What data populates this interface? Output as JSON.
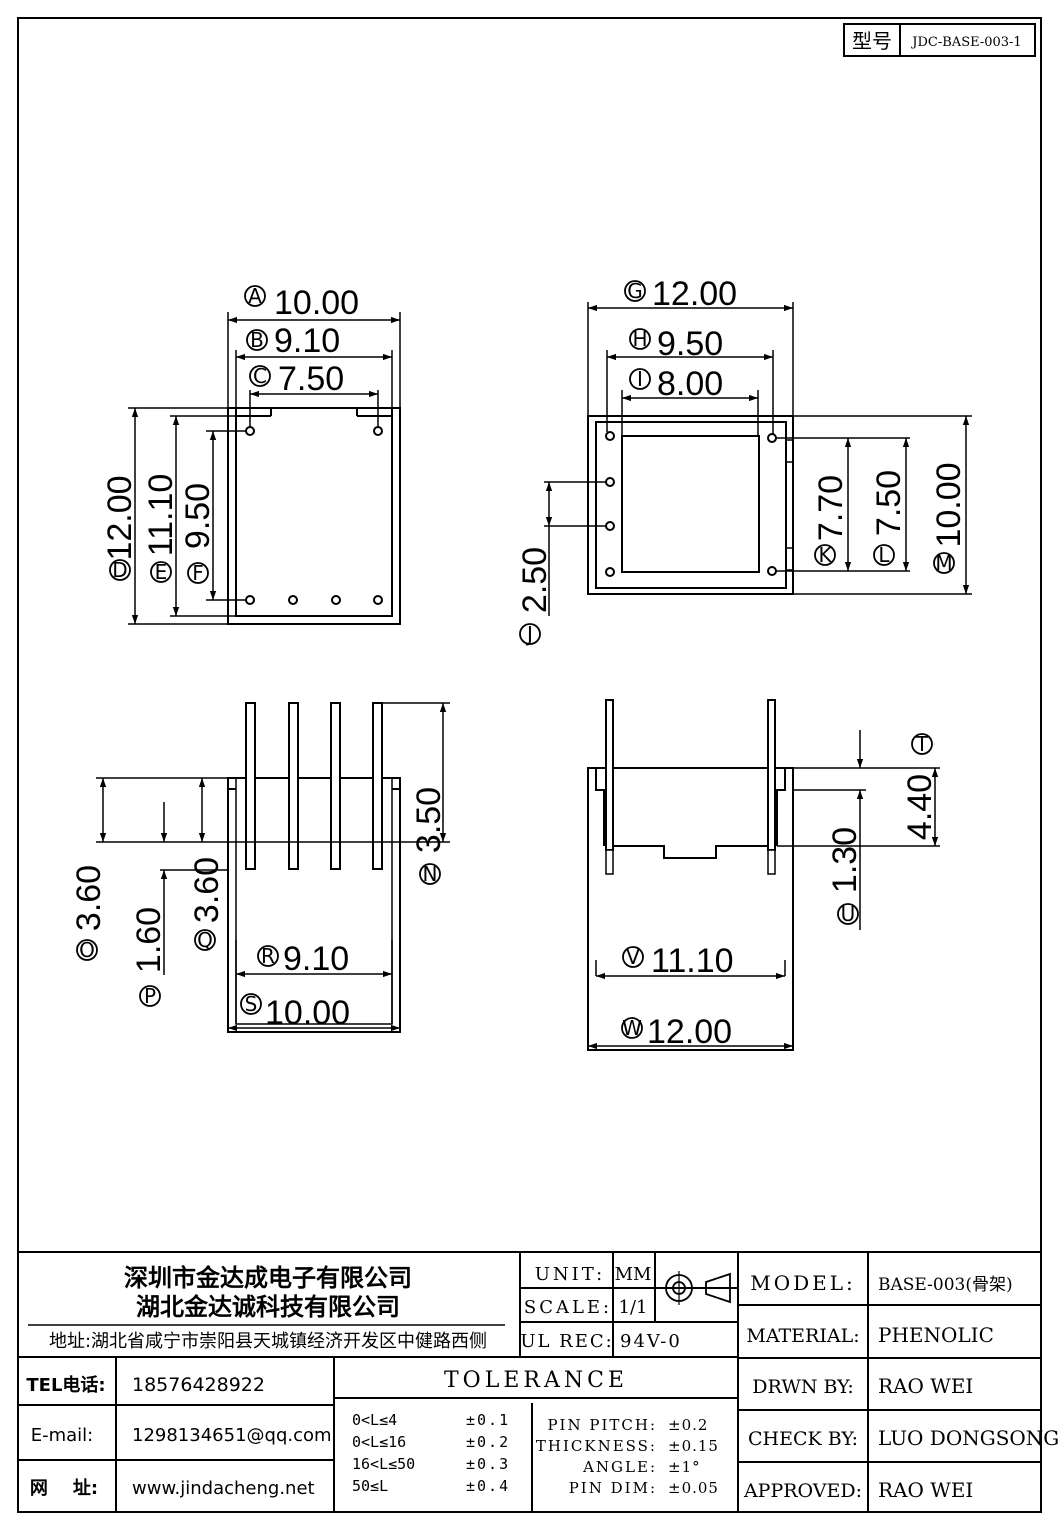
{
  "model_code": {
    "label": "型号",
    "value": "JDC-BASE-003-1"
  },
  "dims": {
    "A": "10.00",
    "B": "9.10",
    "C": "7.50",
    "D": "12.00",
    "E": "11.10",
    "F": "9.50",
    "G": "12.00",
    "H": "9.50",
    "I": "8.00",
    "J": "2.50",
    "K": "7.70",
    "L": "7.50",
    "M": "10.00",
    "N": "3.50",
    "O": "3.60",
    "Q": "3.60",
    "P": "1.60",
    "R": "9.10",
    "S": "10.00",
    "T": "4.40",
    "U": "1.30",
    "V": "11.10",
    "W": "12.00"
  },
  "markers": {
    "A": "A",
    "B": "B",
    "C": "C",
    "D": "D",
    "E": "E",
    "F": "F",
    "G": "G",
    "H": "H",
    "I": "I",
    "J": "J",
    "K": "K",
    "L": "L",
    "M": "M",
    "N": "N",
    "O": "O",
    "P": "P",
    "Q": "Q",
    "R": "R",
    "S": "S",
    "T": "T",
    "U": "U",
    "V": "V",
    "W": "W"
  },
  "title_block": {
    "company_1": "深圳市金达成电子有限公司",
    "company_2": "湖北金达诚科技有限公司",
    "address": "地址:湖北省咸宁市崇阳县天城镇经济开发区中健路西侧",
    "unit_label": "UNIT:",
    "unit_value": "MM",
    "scale_label": "SCALE:",
    "scale_value": "1/1",
    "ul_label": "UL REC:",
    "ul_value": "94V-0",
    "model_label": "MODEL:",
    "model_value": "BASE-003(骨架)",
    "material_label": "MATERIAL:",
    "material_value": "PHENOLIC",
    "drawn_label": "DRWN BY:",
    "drawn_value": "RAO WEI",
    "check_label": "CHECK BY:",
    "check_value": "LUO DONGSONG",
    "approved_label": "APPROVED:",
    "approved_value": "RAO WEI",
    "tel_label": "TEL电话:",
    "tel_value": "18576428922",
    "email_label": "E-mail:",
    "email_value": "1298134651@qq.com",
    "web_label": "网    址:",
    "web_value": "www.jindacheng.net",
    "tolerance_title": "TOLERANCE",
    "tol_1": "0<L≤4",
    "tol_1v": "±0.1",
    "tol_2": "0<L≤16",
    "tol_2v": "±0.2",
    "tol_3": "16<L≤50",
    "tol_3v": "±0.3",
    "tol_4": "50≤L",
    "tol_4v": "±0.4",
    "pin_pitch": "PIN PITCH:",
    "pin_pitch_v": "±0.2",
    "thickness": "THICKNESS:",
    "thickness_v": "±0.15",
    "angle": "ANGLE:",
    "angle_v": "±1°",
    "pin_dim": "PIN DIM:",
    "pin_dim_v": "±0.05"
  }
}
